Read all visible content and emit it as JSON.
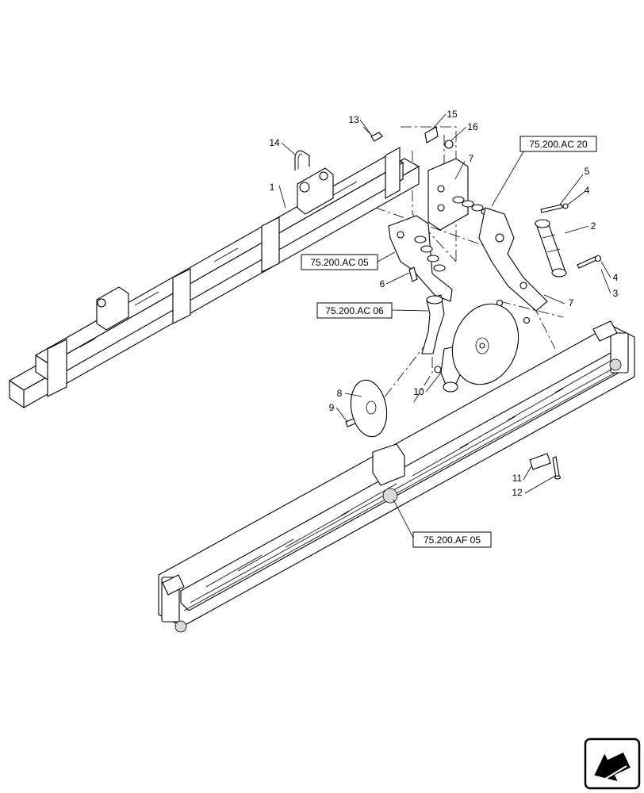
{
  "callouts": [
    "1",
    "2",
    "3",
    "4",
    "4",
    "5",
    "6",
    "7",
    "7",
    "8",
    "9",
    "10",
    "11",
    "12",
    "13",
    "14",
    "15",
    "16"
  ],
  "references": [
    "75.200.AC 20",
    "75.200.AC 05",
    "75.200.AC 06",
    "75.200.AF 05"
  ],
  "colors": {
    "line": "#000000",
    "background": "#ffffff",
    "shade": "#d9d9d9"
  },
  "icons": {
    "navigation": "next-page-arrow-icon"
  }
}
